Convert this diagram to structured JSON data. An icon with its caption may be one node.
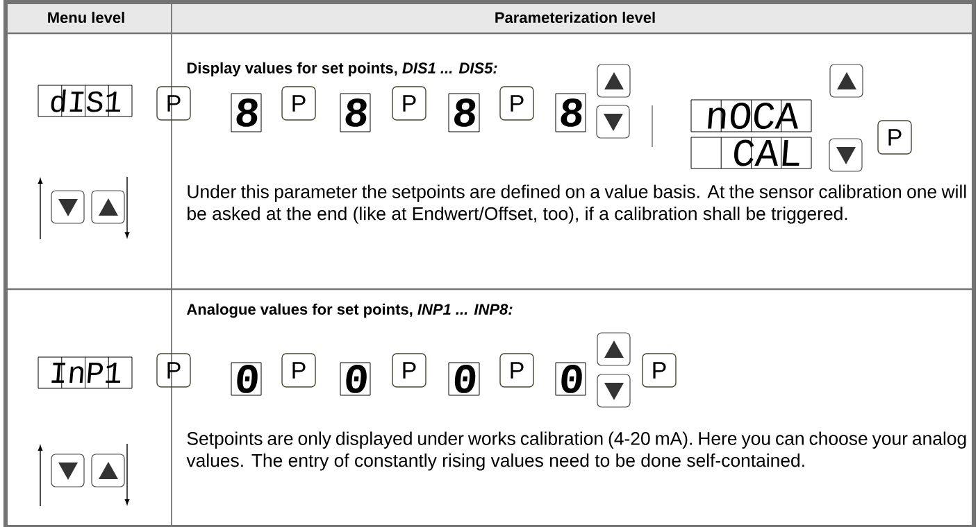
{
  "diagram": {
    "labels": [
      "Menu level",
      "Parameterization level",
      "Display values for set points, *DIS1 ... DIS5:*",
      "dIS1",
      "P",
      "8",
      "P",
      "8",
      "P",
      "8",
      "P",
      "8",
      "nOCA",
      "CAL",
      "P",
      "Under this parameter the setpoints are defined on a value basis. At the sensor calibration one will be asked at the end (like at Endwert/Offset, too), if a calibration shall be triggered.",
      "Analogue values for set points, *INP1 ... INP8:*",
      "InP1",
      "P",
      "0",
      "P",
      "0",
      "P",
      "0",
      "P",
      "0",
      "P",
      "Setpoints are only displayed under works calibration (4-20 mA). Here you can choose your analog values. The entry of constantly rising values need to be done self-contained."
    ]
  }
}
